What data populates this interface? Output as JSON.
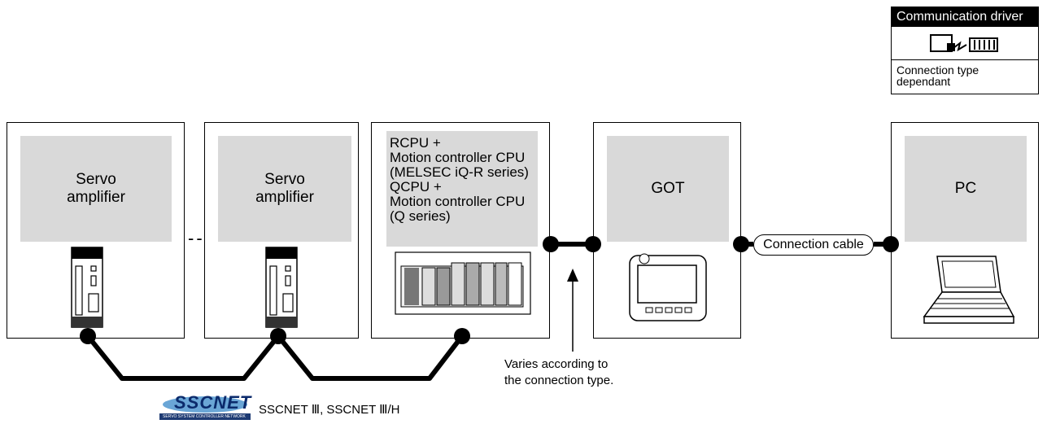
{
  "legend": {
    "title": "Communication driver",
    "note": "Connection type\ndependant"
  },
  "nodes": {
    "servo1": "Servo\namplifier",
    "servo2": "Servo\namplifier",
    "controller": "RCPU +\nMotion controller CPU\n(MELSEC iQ-R series)\nQCPU +\nMotion controller CPU\n(Q series)",
    "got": "GOT",
    "pc": "PC"
  },
  "ellipsis": "----",
  "connection_cable": "Connection cable",
  "varies_note": "Varies according to\nthe connection type.",
  "network": {
    "logo_text": "SSCNET",
    "logo_subtext": "SERVO SYSTEM CONTROLLER NETWORK",
    "label": "SSCNET Ⅲ, SSCNET Ⅲ/H"
  }
}
